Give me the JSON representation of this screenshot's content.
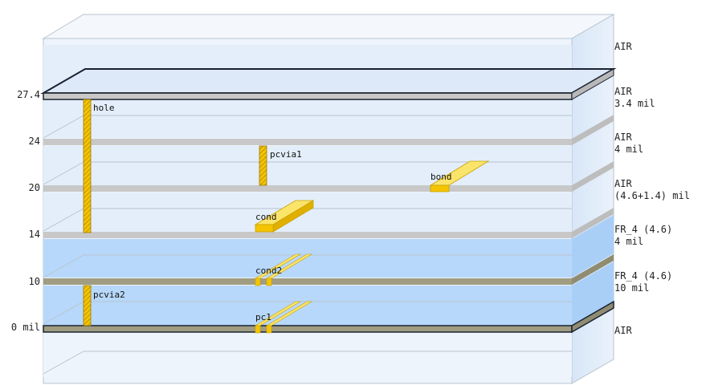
{
  "levels": [
    {
      "id": "l274",
      "label": "27.4"
    },
    {
      "id": "l24",
      "label": "24"
    },
    {
      "id": "l20",
      "label": "20"
    },
    {
      "id": "l14",
      "label": "14"
    },
    {
      "id": "l10",
      "label": "10"
    },
    {
      "id": "l0",
      "label": "0 mil"
    }
  ],
  "region_labels": [
    {
      "lines": [
        "AIR"
      ]
    },
    {
      "lines": [
        "AIR",
        "3.4 mil"
      ]
    },
    {
      "lines": [
        "AIR",
        "4 mil"
      ]
    },
    {
      "lines": [
        "AIR",
        "(4.6+1.4) mil"
      ]
    },
    {
      "lines": [
        "FR_4 (4.6)",
        "4 mil"
      ]
    },
    {
      "lines": [
        "FR_4 (4.6)",
        "10 mil"
      ]
    },
    {
      "lines": [
        "AIR"
      ]
    }
  ],
  "elements": {
    "hole": "hole",
    "pcvia1": "pcvia1",
    "bond": "bond",
    "cond": "cond",
    "cond2": "cond2",
    "pcvia2": "pcvia2",
    "pc1": "pc1"
  },
  "colors": {
    "air": "#e9f2fc",
    "fr4": "#b4d6fa",
    "plane_light": "#c8c8c8",
    "plane_dark": "#a09d82",
    "conductor": "#f5c400",
    "outline": "#1a2230"
  }
}
